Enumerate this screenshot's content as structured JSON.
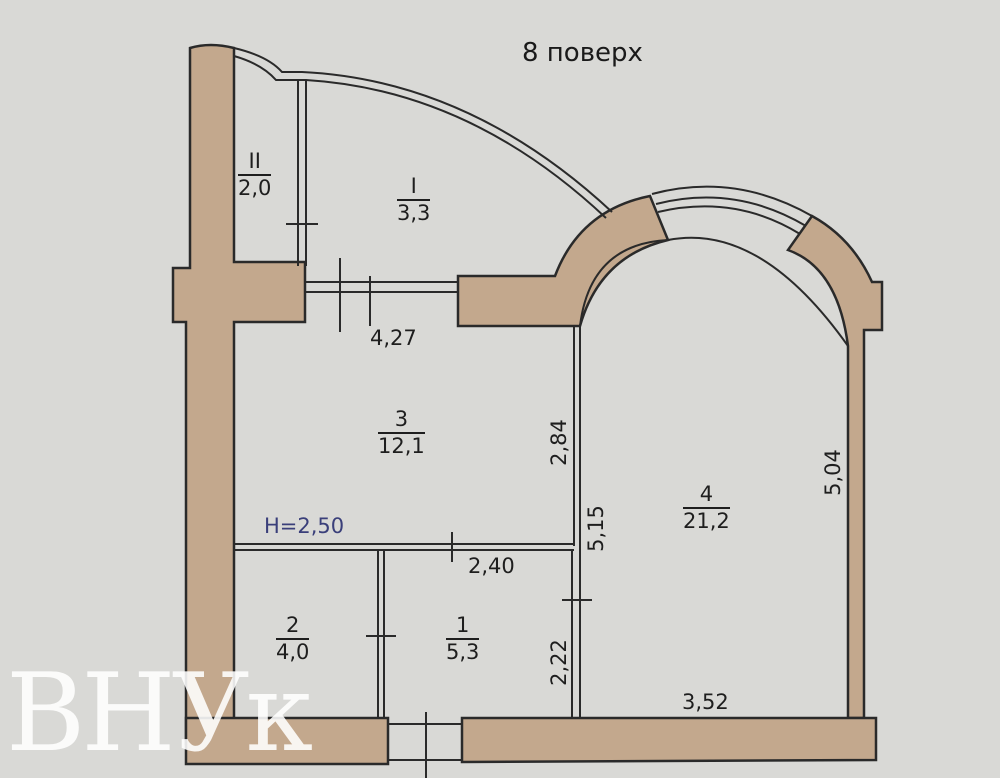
{
  "title": "8 поверх",
  "ceiling_height": "H=2,50",
  "watermark": "ВНУк",
  "colors": {
    "background": "#d9d9d6",
    "wall_fill": "#c3a88d",
    "line": "#2a2a2a",
    "height_label": "#3a3f7a"
  },
  "rooms": [
    {
      "id": "II",
      "number": "II",
      "area": "2,0"
    },
    {
      "id": "I",
      "number": "I",
      "area": "3,3"
    },
    {
      "id": "3",
      "number": "3",
      "area": "12,1"
    },
    {
      "id": "4",
      "number": "4",
      "area": "21,2"
    },
    {
      "id": "2",
      "number": "2",
      "area": "4,0"
    },
    {
      "id": "1",
      "number": "1",
      "area": "5,3"
    }
  ],
  "dimensions": {
    "room3_width": "4,27",
    "room3_depth": "2,84",
    "corridor_length": "5,15",
    "room4_depth": "5,04",
    "room1_width": "2,40",
    "room1_depth": "2,22",
    "room4_width": "3,52"
  }
}
